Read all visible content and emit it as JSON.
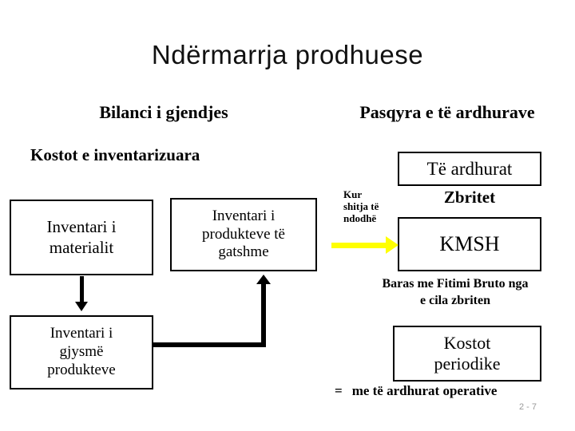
{
  "slide": {
    "title": "Ndërmarrja prodhuese",
    "left_header": "Bilanci i gjendjes",
    "right_header": "Pasqyra e të ardhurave",
    "inventoried_costs_label": "Kostot e inventarizuara",
    "boxes": {
      "material_inventory": "Inventari i materialit",
      "finished_products": "Inventari i produkteve të gatshme",
      "revenues": "Të ardhurat",
      "cogs": "KMSH",
      "semi_products": "Inventari i gjysmë produkteve",
      "periodic_costs": "Kostot periodike"
    },
    "annotations": {
      "deducted": "Zbritet",
      "when_sale_occurs": "Kur shitja të ndodhë",
      "gross_profit_note": "Baras me Fitimi Bruto nga e cila zbriten",
      "equals": "=",
      "operating_income_note": "me të ardhurat operative"
    },
    "page_number": "2 - 7",
    "colors": {
      "arrow_yellow": "#ffff00",
      "line_black": "#000000",
      "page_number_gray": "#999999"
    }
  }
}
